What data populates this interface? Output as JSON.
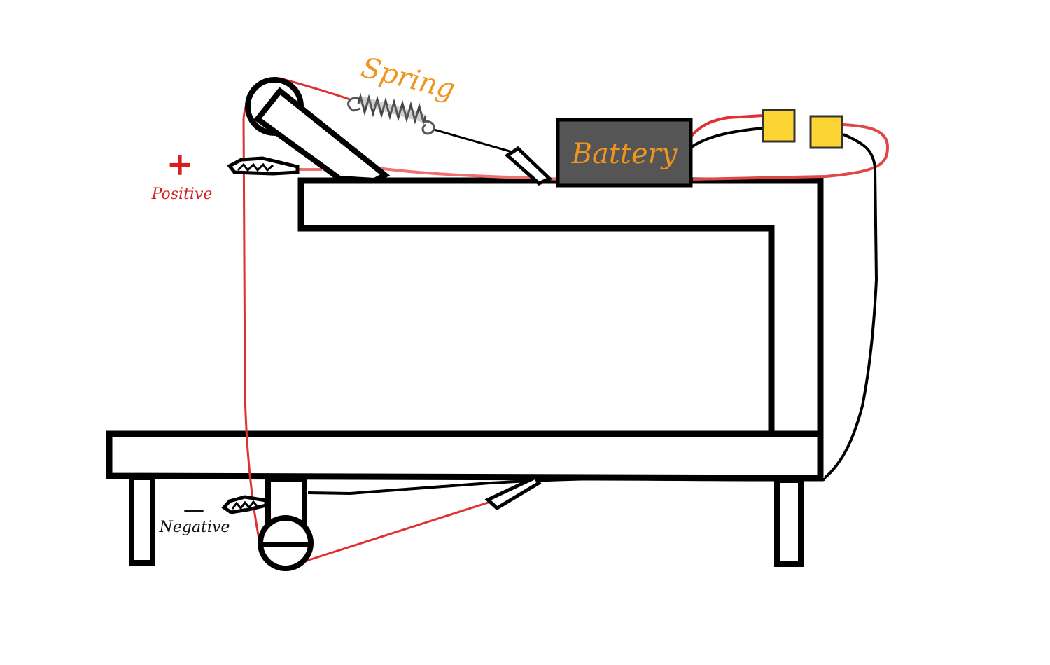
{
  "labels": {
    "spring": "Spring",
    "battery": "Battery",
    "positive_symbol": "+",
    "positive": "Positive",
    "negative_symbol": "—",
    "negative": "Negative"
  },
  "colors": {
    "outline": "#000000",
    "wire_red": "#e03030",
    "wire_pink": "#f07070",
    "battery_body": "#555555",
    "label_orange": "#f0951e",
    "label_red": "#d61f1f",
    "terminal_yellow": "#fcd534"
  }
}
